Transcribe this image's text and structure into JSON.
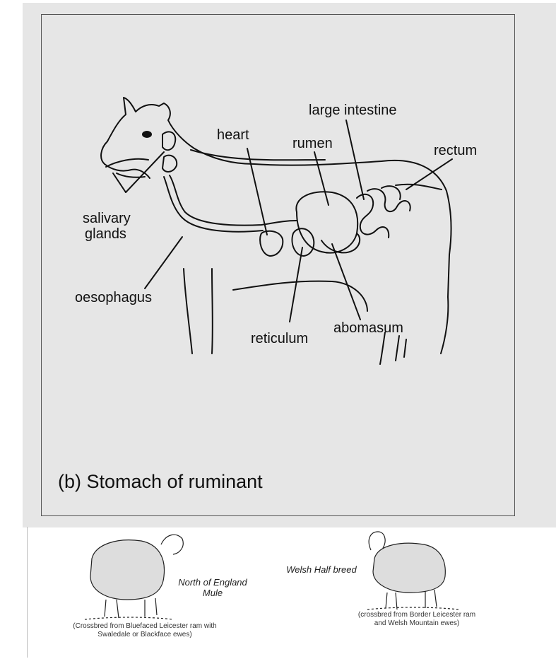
{
  "diagram": {
    "labels": {
      "large_intestine": "large intestine",
      "heart": "heart",
      "rumen": "rumen",
      "rectum": "rectum",
      "salivary": "salivary",
      "glands": "glands",
      "oesophagus": "oesophagus",
      "reticulum": "reticulum",
      "abomasum": "abomasum"
    },
    "caption": "(b) Stomach of ruminant"
  },
  "breeds": [
    {
      "name_line1": "North of England",
      "name_line2": "Mule",
      "note_line1": "(Crossbred from Bluefaced Leicester ram with",
      "note_line2": "Swaledale or Blackface ewes)"
    },
    {
      "name_line1": "Welsh Half breed",
      "note_line1": "(crossbred from Border Leicester ram",
      "note_line2": "and Welsh Mountain ewes)"
    }
  ]
}
